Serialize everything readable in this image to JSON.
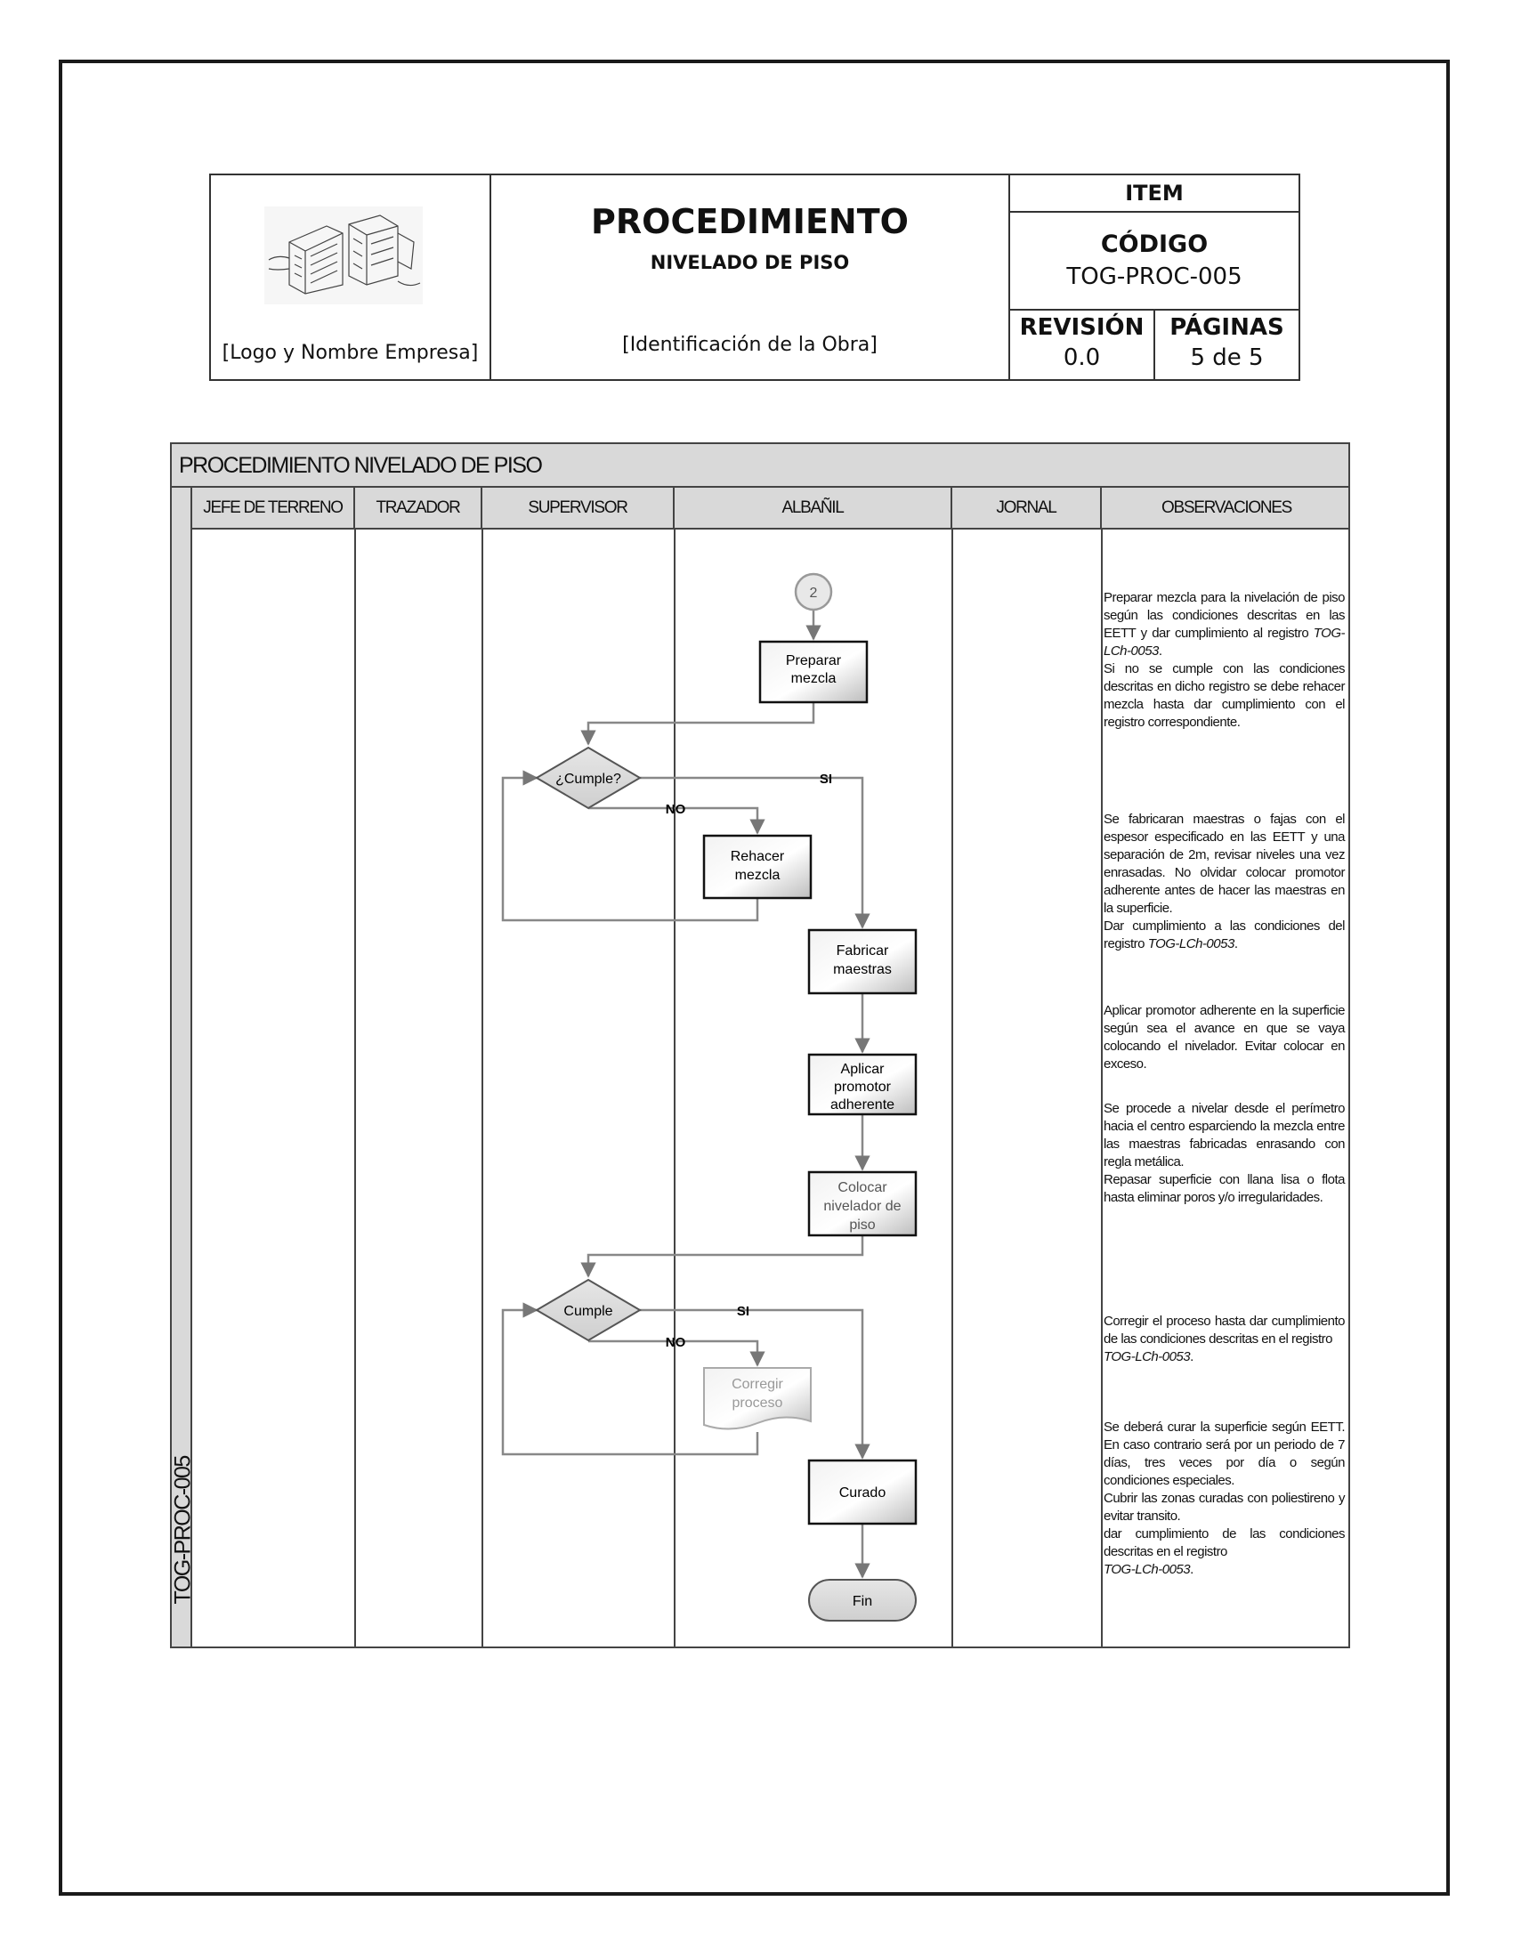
{
  "header": {
    "logo_caption": "[Logo y Nombre Empresa]",
    "title": "PROCEDIMIENTO",
    "subtitle": "NIVELADO DE PISO",
    "obra": "[Identificación de la Obra]",
    "item_label": "ITEM",
    "codigo_label": "CÓDIGO",
    "codigo_value": "TOG-PROC-005",
    "revision_label": "REVISIÓN",
    "revision_value": "0.0",
    "paginas_label": "PÁGINAS",
    "paginas_value": "5 de 5"
  },
  "flow": {
    "title": "PROCEDIMIENTO NIVELADO DE PISO",
    "side_label": "TOG-PROC-005",
    "lanes": [
      "JEFE DE TERRENO",
      "TRAZADOR",
      "SUPERVISOR",
      "ALBAÑIL",
      "JORNAL",
      "OBSERVACIONES"
    ],
    "connector": "2",
    "steps": {
      "preparar_1": "Preparar",
      "preparar_2": "mezcla",
      "cumple_q": "¿Cumple?",
      "si_1": "SI",
      "no_1": "NO",
      "rehacer_1": "Rehacer",
      "rehacer_2": "mezcla",
      "fabricar_1": "Fabricar",
      "fabricar_2": "maestras",
      "aplicar_1": "Aplicar",
      "aplicar_2": "promotor",
      "aplicar_3": "adherente",
      "colocar_1": "Colocar",
      "colocar_2": "nivelador de",
      "colocar_3": "piso",
      "cumple": "Cumple",
      "si_2": "SI",
      "no_2": "NO",
      "corregir_1": "Corregir",
      "corregir_2": "proceso",
      "curado": "Curado",
      "fin": "Fin"
    },
    "observations": {
      "o1a": "Preparar mezcla para la nivelación de piso según las condiciones descritas en las EETT y dar cumplimiento al registro",
      "o1a_ref": "TOG-LCh-0053",
      "o1b": "Si no se cumple con las condiciones descritas en dicho registro se debe rehacer mezcla hasta dar cumplimiento con el registro correspondiente.",
      "o2a": "Se fabricaran maestras o fajas con el espesor especificado en las EETT y una separación de 2m, revisar niveles una vez enrasadas. No olvidar colocar promotor adherente antes de hacer las maestras en la superficie.",
      "o2b": "Dar cumplimiento a las condiciones del registro",
      "o2b_ref": "TOG-LCh-0053",
      "o3": "Aplicar promotor adherente en la superficie según sea el avance en que se vaya colocando el nivelador. Evitar colocar en exceso.",
      "o4a": "Se procede a nivelar desde el perímetro hacia el centro esparciendo la mezcla entre las maestras fabricadas enrasando con regla metálica.",
      "o4b": "Repasar superficie con llana lisa o flota hasta eliminar poros y/o irregularidades.",
      "o5": "Corregir el proceso hasta dar cumplimiento de las condiciones descritas en el registro",
      "o5_ref": "TOG-LCh-0053",
      "o6a": "Se deberá curar la superficie según EETT. En caso contrario será por un periodo de 7 días, tres veces por día o según condiciones especiales.",
      "o6b": "Cubrir las zonas curadas con poliestireno y evitar transito.",
      "o6c": "dar cumplimiento de las condiciones descritas en el registro",
      "o6c_ref": "TOG-LCh-0053"
    }
  }
}
